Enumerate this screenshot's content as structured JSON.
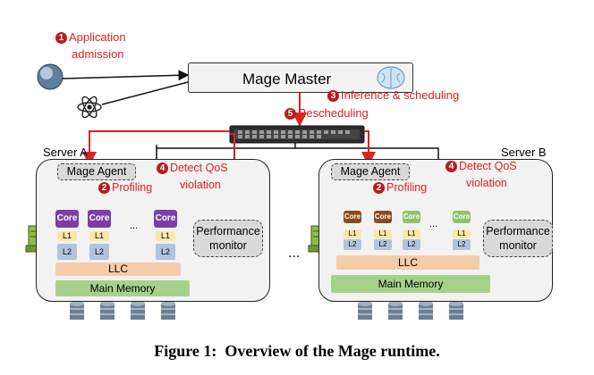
{
  "master": {
    "label": "Mage Master"
  },
  "steps": {
    "s1": {
      "num": "1",
      "line1": "Application",
      "line2": "admission"
    },
    "s3": {
      "num": "3",
      "text": "Inference & scheduling"
    },
    "s5": {
      "num": "5",
      "text": "Rescheduling"
    },
    "s2a": {
      "num": "2",
      "text": "Profiling"
    },
    "s2b": {
      "num": "2",
      "text": "Profiling"
    },
    "s4a": {
      "num": "4",
      "line1": "Detect QoS",
      "line2": "violation"
    },
    "s4b": {
      "num": "4",
      "line1": "Detect QoS",
      "line2": "violation"
    }
  },
  "serverA": {
    "name": "Server A",
    "agent": "Mage Agent",
    "perf_line1": "Performance",
    "perf_line2": "monitor",
    "cores": [
      "Core",
      "Core",
      "Core"
    ],
    "l1": "L1",
    "l2": "L2",
    "dots": "...",
    "llc": "LLC",
    "memory": "Main Memory"
  },
  "serverB": {
    "name": "Server B",
    "agent": "Mage Agent",
    "perf_line1": "Performance",
    "perf_line2": "monitor",
    "cores": [
      "Core",
      "Core",
      "Core",
      "Core"
    ],
    "l1": "L1",
    "l2": "L2",
    "dots": "...",
    "llc": "LLC",
    "memory": "Main Memory"
  },
  "between": "...",
  "caption": "Figure 1:  Overview of the Mage runtime.",
  "colors": {
    "accent": "#e02020",
    "step_badge": "#b71c1c",
    "core_purple": "#7b3fa8",
    "core_brown": "#8b4a1c",
    "core_green": "#8fc46a",
    "l1": "#fbe8a6",
    "l2": "#b0c4de",
    "llc": "#f6cba8",
    "memory": "#a6d18b"
  },
  "icons": [
    "globe-icon",
    "atom-icon",
    "brain-icon",
    "network-switch-icon",
    "server-rack-icon",
    "database-icon",
    "application-ball-icon"
  ]
}
